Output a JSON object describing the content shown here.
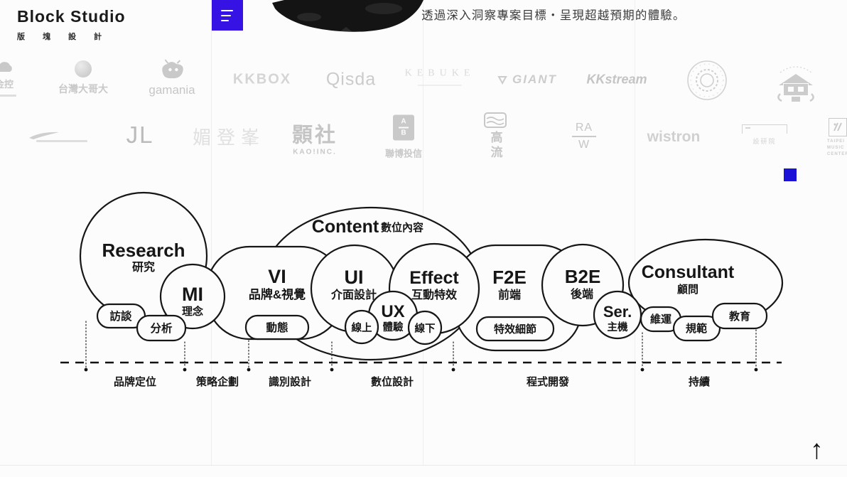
{
  "brand": {
    "name": "Block Studio",
    "cjk": "版塊設計"
  },
  "hero": {
    "tagline": "透過深入洞察專案目標・呈現超越預期的體驗。"
  },
  "clients": {
    "row1": [
      {
        "name": "jinkong-partial",
        "text": "金控"
      },
      {
        "name": "taiwan-mobile",
        "text": "台灣大哥大"
      },
      {
        "name": "gamania",
        "text": "gamania"
      },
      {
        "name": "kkbox",
        "text": "KKBOX"
      },
      {
        "name": "qisda",
        "text": "Qisda"
      },
      {
        "name": "kebuke",
        "text": "KEBUKE"
      },
      {
        "name": "giant",
        "text": "GIANT"
      },
      {
        "name": "kkstream",
        "text": "KKstream"
      }
    ],
    "row2": [
      {
        "name": "jl",
        "text": "JL"
      },
      {
        "name": "meidengfeng",
        "text": "媚登峯"
      },
      {
        "name": "kao-inc",
        "text": "顥社",
        "sub": "KAO!INC."
      },
      {
        "name": "alliancebernstein",
        "badge_top": "A",
        "badge_bottom": "B",
        "text": "聯博投信"
      },
      {
        "name": "kaohsiung-music-center",
        "text": "高流"
      },
      {
        "name": "raw",
        "top": "RA",
        "bottom": "W"
      },
      {
        "name": "wistron",
        "text": "wistron"
      },
      {
        "name": "design-research-institute",
        "text": "設研院"
      },
      {
        "name": "taipei-music-center",
        "lines": [
          "TAIPEI",
          "MUSIC",
          "CENTER"
        ]
      }
    ]
  },
  "diagram": {
    "research_en": "Research",
    "research_zh": "研究",
    "mi_en": "MI",
    "mi_zh": "理念",
    "vi_en": "VI",
    "vi_zh": "品牌&視覺",
    "content_en": "Content",
    "content_zh": "數位內容",
    "ui_en": "UI",
    "ui_zh": "介面設計",
    "ux_en": "UX",
    "ux_zh": "體驗",
    "effect_en": "Effect",
    "effect_zh": "互動特效",
    "f2e_en": "F2E",
    "f2e_zh": "前端",
    "b2e_en": "B2E",
    "b2e_zh": "後端",
    "ser_en": "Ser.",
    "ser_zh": "主機",
    "consultant_en": "Consultant",
    "consultant_zh": "顧問",
    "pill_interview": "訪談",
    "pill_analysis": "分析",
    "pill_motion": "動態",
    "circle_online": "線上",
    "circle_offline": "線下",
    "pill_fx_detail": "特效細節",
    "pill_maintenance": "維運",
    "pill_guideline": "規範",
    "pill_education": "教育",
    "axis": {
      "labels": [
        "品牌定位",
        "策略企劃",
        "識別設計",
        "數位設計",
        "程式開發",
        "持續"
      ]
    }
  },
  "footer": {
    "back_to_top": "↑"
  },
  "colors": {
    "accent_blue": "#3712e4",
    "accent_square": "#1c11d6"
  }
}
